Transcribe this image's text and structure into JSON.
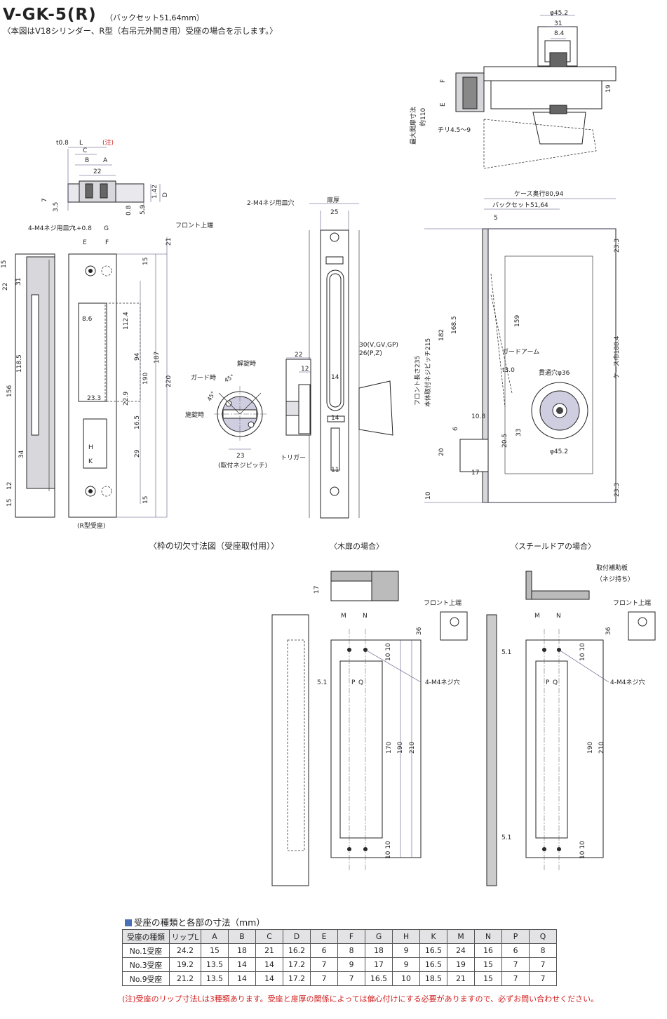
{
  "header": {
    "model": "V-GK-5(R)",
    "backset": "（バックセット51,64mm）",
    "description": "〈本図はV18シリンダー、R型（右吊元外開き用）受座の場合を示します。〉"
  },
  "labels": {
    "t08": "t0.8",
    "L": "L",
    "note_mark": "(注)",
    "C": "C",
    "B": "B",
    "A": "A",
    "d22a": "22",
    "d142": "1.42",
    "D": "D",
    "d7": "7",
    "d35": "3.5",
    "d08b": "0.8",
    "d59": "5.9",
    "screw4m4": "4-M4ネジ用皿穴",
    "Lplus": "L+0.8",
    "G": "G",
    "E": "E",
    "F": "F",
    "front_top": "フロント上端",
    "d21": "21",
    "d15a": "15",
    "d15b": "15",
    "d22b": "22",
    "d31": "31",
    "d1185": "118.5",
    "d156": "156",
    "d34": "34",
    "d12": "12",
    "d15c": "15",
    "d86": "8.6",
    "d1124": "112.4",
    "d94": "94",
    "d187": "187",
    "d190": "190",
    "d220": "220",
    "d233": "23.3",
    "d229": "22.9",
    "d165": "16.5",
    "d29": "29",
    "H": "H",
    "K": "K",
    "d15d": "15",
    "r_strike": "(R型受座)",
    "guard_time": "ガード時",
    "unlock_time": "解錠時",
    "lock_time": "施錠時",
    "deg45a": "45°",
    "deg45b": "45°",
    "d23": "23",
    "pitch": "(取付ネジピッチ)",
    "screw2m4": "2-M4ネジ用皿穴",
    "door_thick": "扉厚",
    "d25": "25",
    "d22c": "22",
    "d12b": "12",
    "d14a": "14",
    "d14b": "14",
    "d11": "11",
    "trigger": "トリガー",
    "d30": "30(V,GV,GP)",
    "d26": "26(P,Z)",
    "d452a": "φ45.2",
    "d31b": "31",
    "d84": "8.4",
    "Fb": "F",
    "Eb": "E",
    "d19": "19",
    "maxdoor": "最大開扉寸法",
    "approx110": "約110",
    "chiri": "チリ4.5〜9",
    "case_depth": "ケース奥行80,94",
    "backset2": "バックセット51,64",
    "d5": "5",
    "d233b": "23.3",
    "d159": "159",
    "d1685": "168.5",
    "d182": "182",
    "front_len": "フロント長さ235",
    "body_pitch": "本体取付ネジピッチ215",
    "guard_arm": "ガードアーム",
    "t30": "t3.0",
    "through_hole": "貫通穴φ36",
    "case_width": "ケース巾188.4",
    "d108": "10.8",
    "d6": "6",
    "d205": "20.5",
    "d33": "33",
    "d20": "20",
    "d452b": "φ45.2",
    "d17": "17",
    "d10": "10",
    "d233c": "23.3",
    "cutout_title": "〈枠の切欠寸法図（受座取付用）〉",
    "wood_title": "〈木扉の場合〉",
    "steel_title": "〈スチールドアの場合〉",
    "d17b": "17",
    "M": "M",
    "N": "N",
    "front_top2": "フロント上端",
    "d36": "36",
    "d1010a": "10 10",
    "P": "P",
    "Q": "Q",
    "d51": "5.1",
    "screw4m4b": "4-M4ネジ穴",
    "d170": "170",
    "d190b": "190",
    "d210": "210",
    "d1010b": "10 10",
    "plate": "取付補助板",
    "nut": "（ネジ持ち）",
    "M2": "M",
    "N2": "N",
    "front_top3": "フロント上端",
    "d36b": "36",
    "d51b": "5.1",
    "P2": "P",
    "Q2": "Q",
    "screw4m4c": "4-M4ネジ穴",
    "d1010c": "10 10",
    "d190c": "190",
    "d210b": "210",
    "d51c": "5.1",
    "d1010d": "10 10"
  },
  "table": {
    "title": "受座の種類と各部の寸法（mm）",
    "headers": [
      "受座の種類",
      "リップL",
      "A",
      "B",
      "C",
      "D",
      "E",
      "F",
      "G",
      "H",
      "K",
      "M",
      "N",
      "P",
      "Q"
    ],
    "rows": [
      [
        "No.1受座",
        "24.2",
        "15",
        "18",
        "21",
        "16.2",
        "6",
        "8",
        "18",
        "9",
        "16.5",
        "24",
        "16",
        "6",
        "8"
      ],
      [
        "No.3受座",
        "19.2",
        "13.5",
        "14",
        "14",
        "17.2",
        "7",
        "9",
        "17",
        "9",
        "16.5",
        "19",
        "15",
        "7",
        "7"
      ],
      [
        "No.9受座",
        "21.2",
        "13.5",
        "14",
        "14",
        "17.2",
        "7",
        "7",
        "16.5",
        "10",
        "18.5",
        "21",
        "15",
        "7",
        "7"
      ]
    ]
  },
  "note": "(注)受座のリップ寸法Lは3種類あります。受座と扉厚の関係によっては偏心付けにする必要がありますので、必ずお問い合わせください。"
}
